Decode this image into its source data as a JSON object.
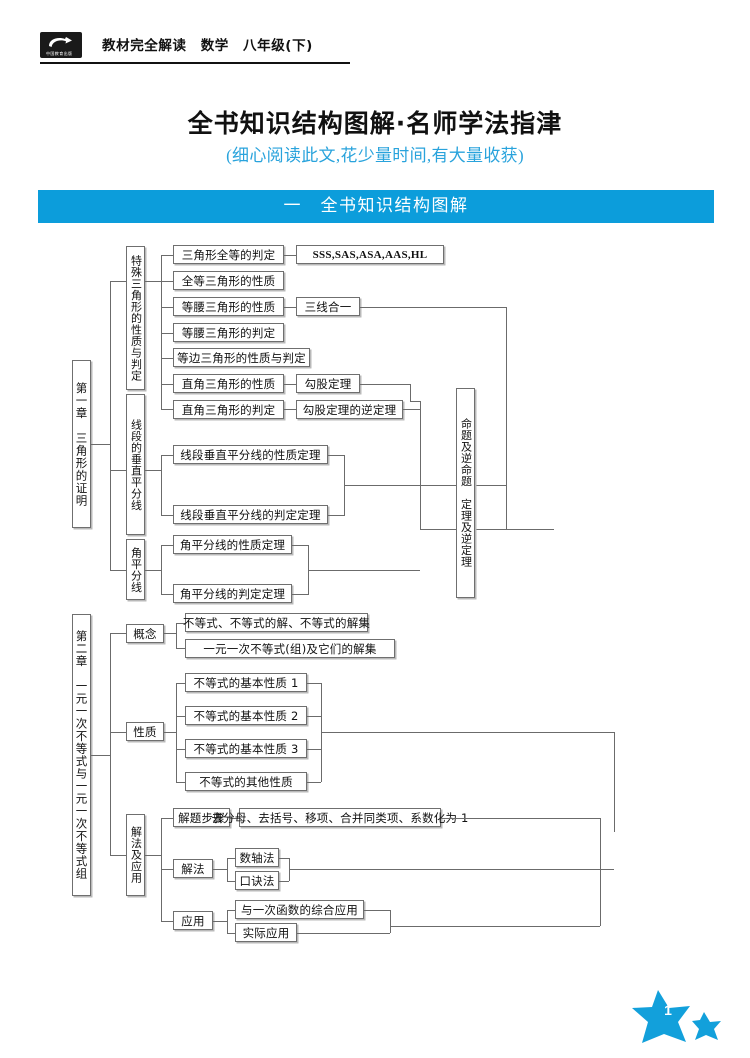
{
  "header": {
    "logo_icon": "book-swoosh-logo",
    "logo_caption": "中国教育出版",
    "title": "教材完全解读　数学　八年级(下)"
  },
  "titles": {
    "main": "全书知识结构图解·名师学法指津",
    "sub": "(细心阅读此文,花少量时间,有大量收获)"
  },
  "section_bar": {
    "label": "一　全书知识结构图解",
    "color": "#0c9ddb"
  },
  "diagram": {
    "chapter1": {
      "label": "第一章　三角形的证明",
      "branches": {
        "special_triangle": "特殊三角形的性质与判定",
        "perp_bisector": "线段的垂直平分线",
        "angle_bisector": "角平分线"
      },
      "items": {
        "t1": "三角形全等的判定",
        "t1r": "SSS,SAS,ASA,AAS,HL",
        "t2": "全等三角形的性质",
        "t3": "等腰三角形的性质",
        "t3r": "三线合一",
        "t4": "等腰三角形的判定",
        "t5": "等边三角形的性质与判定",
        "t6": "直角三角形的性质",
        "t6r": "勾股定理",
        "t7": "直角三角形的判定",
        "t7r": "勾股定理的逆定理",
        "p1": "线段垂直平分线的性质定理",
        "p2": "线段垂直平分线的判定定理",
        "a1": "角平分线的性质定理",
        "a2": "角平分线的判定定理"
      },
      "right_box": "命题及逆命题　定理及逆定理"
    },
    "chapter2": {
      "label": "第二章　一元一次不等式与一元一次不等式组",
      "branches": {
        "concept": "概念",
        "property": "性质",
        "method": "解法及应用"
      },
      "items": {
        "c1": "不等式、不等式的解、不等式的解集",
        "c2": "一元一次不等式(组)及它们的解集",
        "s1": "不等式的基本性质 1",
        "s2": "不等式的基本性质 2",
        "s3": "不等式的基本性质 3",
        "s4": "不等式的其他性质",
        "m1": "解题步骤",
        "m1r": "去分母、去括号、移项、合并同类项、系数化为 1",
        "m2": "解法",
        "m2a": "数轴法",
        "m2b": "口诀法",
        "m3": "应用",
        "m3a": "与一次函数的综合应用",
        "m3b": "实际应用"
      }
    }
  },
  "footer": {
    "page_number": "1",
    "star_color": "#12a0db"
  }
}
